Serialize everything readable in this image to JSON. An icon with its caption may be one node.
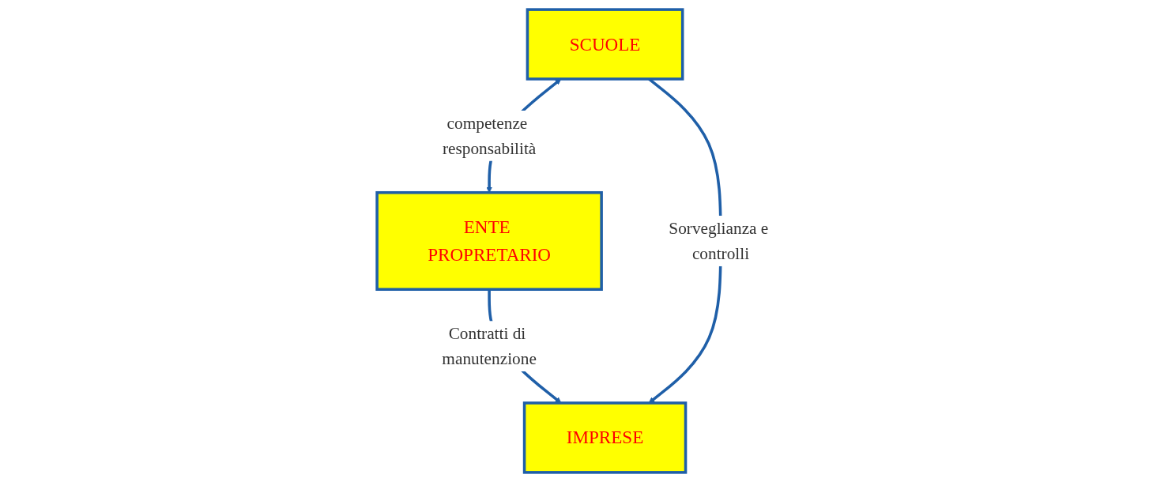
{
  "diagram": {
    "nodes": [
      {
        "text": [
          "SCUOLE"
        ]
      },
      {
        "text": [
          "ENTE PROPRETARIO"
        ]
      },
      {
        "text": [
          "IMPRESE"
        ]
      }
    ],
    "edges": [
      {
        "from": 0,
        "to": 1,
        "arrow": "both",
        "label": "competenze responsabilità"
      },
      {
        "from": 1,
        "to": 2,
        "arrow": "to",
        "label": "Contratti di manutenzione"
      },
      {
        "from": 0,
        "to": 2,
        "arrow": "to",
        "label": "Sorveglianza e controlli"
      }
    ]
  }
}
